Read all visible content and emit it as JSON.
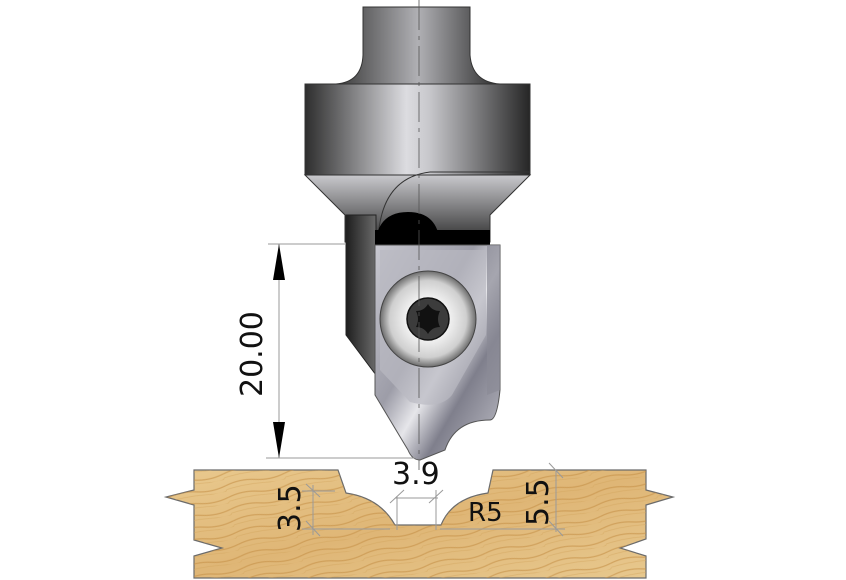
{
  "diagram": {
    "subject": "V-groove cutter with replaceable insert and Torx screw above wooden board profile",
    "dimensions": {
      "height": "20.00",
      "bottom_width": "3.9",
      "left_depth": "3.5",
      "radius": "R5",
      "right_depth": "5.5"
    },
    "colors": {
      "steel_dark": "#2b2b2b",
      "steel_light": "#d8d8dc",
      "insert": "#b5b5bd",
      "screw_slot": "#000000",
      "wood": "#e2bd7c",
      "wood_grain": "#c99a55",
      "dim_line": "#9a9a9a"
    }
  }
}
